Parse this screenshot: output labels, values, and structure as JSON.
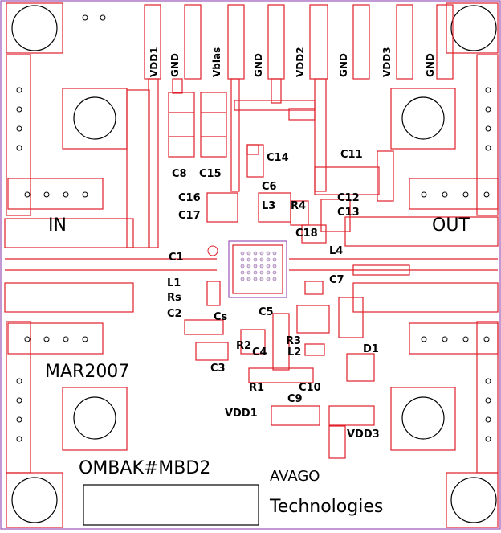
{
  "header_pins": [
    "VDD1",
    "GND",
    "Vbias",
    "GND",
    "VDD2",
    "GND",
    "VDD3",
    "GND"
  ],
  "io": {
    "input": "IN",
    "output": "OUT"
  },
  "components": {
    "c1": "C1",
    "c2": "C2",
    "c3": "C3",
    "c4": "C4",
    "c5": "C5",
    "c6": "C6",
    "c7": "C7",
    "c8": "C8",
    "c9": "C9",
    "c10": "C10",
    "c11": "C11",
    "c12": "C12",
    "c13": "C13",
    "c14": "C14",
    "c15": "C15",
    "c16": "C16",
    "c17": "C17",
    "c18": "C18",
    "l1": "L1",
    "l2": "L2",
    "l3": "L3",
    "l4": "L4",
    "r1": "R1",
    "r2": "R2",
    "r3": "R3",
    "r4": "R4",
    "rs": "Rs",
    "cs": "Cs",
    "d1": "D1"
  },
  "supply_labels": {
    "vdd1": "VDD1",
    "vdd3": "VDD3"
  },
  "board": {
    "date": "MAR2007",
    "name": "OMBAK#MBD2",
    "company": "AVAGO",
    "company_sub": "Technologies"
  },
  "colors": {
    "trace": "#e0202a",
    "outline": "#9a55b8",
    "silk": "#000000",
    "background": "#ffffff"
  }
}
